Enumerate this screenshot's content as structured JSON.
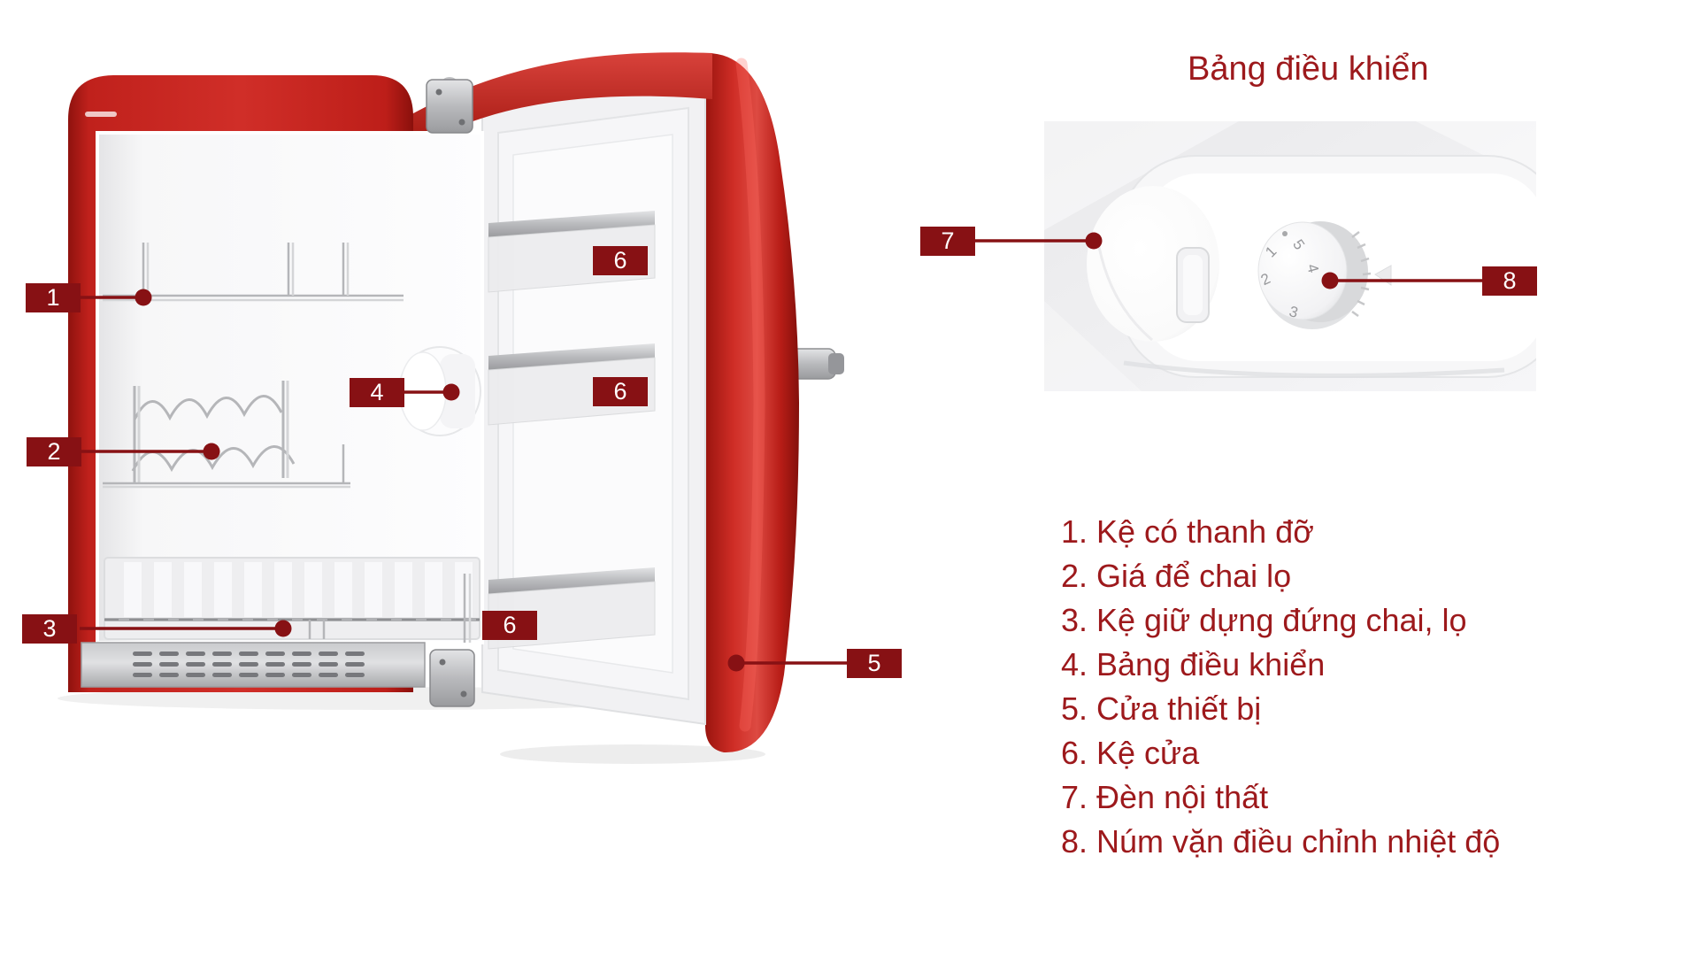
{
  "panel_detail": {
    "title": "Bảng điều khiển",
    "knob_markings": [
      "1",
      "2",
      "3",
      "4",
      "5"
    ]
  },
  "callouts": [
    {
      "label": "1"
    },
    {
      "label": "2"
    },
    {
      "label": "3"
    },
    {
      "label": "4"
    },
    {
      "label": "5"
    },
    {
      "label": "6"
    },
    {
      "label": "6"
    },
    {
      "label": "6"
    },
    {
      "label": "7"
    },
    {
      "label": "8"
    }
  ],
  "legend": {
    "items": [
      "1. Kệ có thanh đỡ",
      "2. Giá để chai lọ",
      "3. Kệ giữ dựng đứng chai, lọ",
      "4. Bảng điều khiển",
      "5. Cửa thiết bị",
      "6. Kệ cửa",
      "7. Đèn nội thất",
      "8. Núm vặn điều chỉnh nhiệt độ"
    ]
  },
  "colors": {
    "accent_box": "#871114",
    "legend_text": "#9d191c",
    "fridge_red": "#cf2d26",
    "steel_gray": "#b9babd"
  }
}
